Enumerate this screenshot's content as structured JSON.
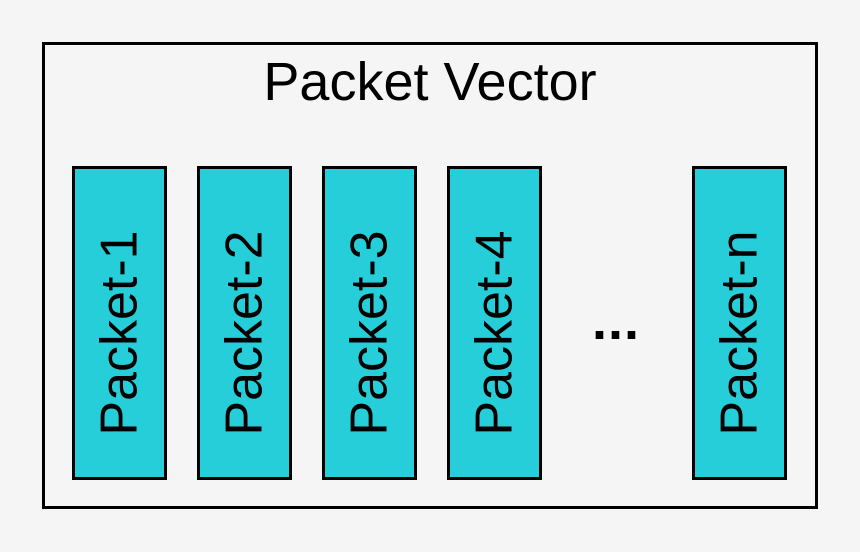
{
  "diagram": {
    "title": "Packet Vector",
    "packets": [
      {
        "label": "Packet-1"
      },
      {
        "label": "Packet-2"
      },
      {
        "label": "Packet-3"
      },
      {
        "label": "Packet-4"
      },
      {
        "label": "Packet-n"
      }
    ],
    "ellipsis": "...",
    "colors": {
      "packet_fill": "#26ced9",
      "stroke": "#000000",
      "background": "#f5f5f6",
      "text": "#000000"
    }
  }
}
